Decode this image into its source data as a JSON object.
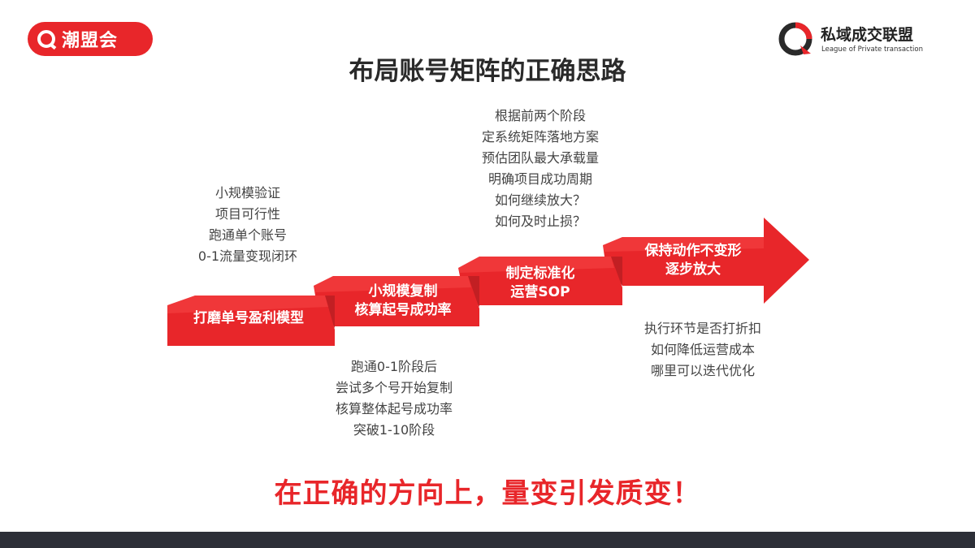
{
  "logo_left": {
    "text": "潮盟会"
  },
  "logo_right": {
    "name": "私域成交联盟",
    "subtitle": "League of Private transaction"
  },
  "title": "布局账号矩阵的正确思路",
  "colors": {
    "accent": "#e8262a",
    "dark_accent": "#b81c1f",
    "footer": "#2d2f38"
  },
  "steps": [
    {
      "label_lines": [
        "打磨单号盈利模型"
      ]
    },
    {
      "label_lines": [
        "小规模复制",
        "核算起号成功率"
      ]
    },
    {
      "label_lines": [
        "制定标准化",
        "运营SOP"
      ]
    },
    {
      "label_lines": [
        "保持动作不变形",
        "逐步放大"
      ]
    }
  ],
  "notes": {
    "step1": [
      "小规模验证",
      "项目可行性",
      "跑通单个账号",
      "0-1流量变现闭环"
    ],
    "step2": [
      "跑通0-1阶段后",
      "尝试多个号开始复制",
      "核算整体起号成功率",
      "突破1-10阶段"
    ],
    "step3": [
      "根据前两个阶段",
      "定系统矩阵落地方案",
      "预估团队最大承载量",
      "明确项目成功周期",
      "如何继续放大？",
      "如何及时止损？"
    ],
    "step4": [
      "执行环节是否打折扣",
      "如何降低运营成本",
      "哪里可以迭代优化"
    ]
  },
  "slogan": "在正确的方向上，量变引发质变！"
}
